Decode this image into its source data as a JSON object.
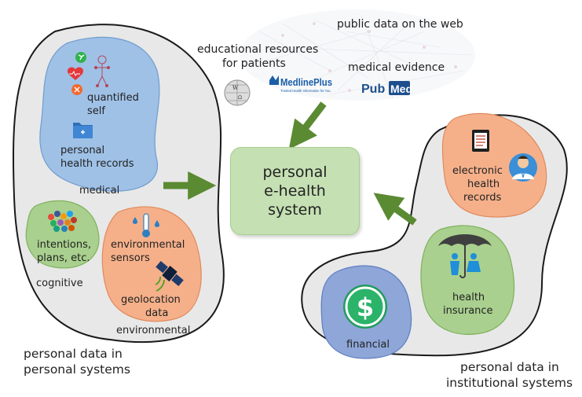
{
  "web": {
    "title": "public data on the web",
    "edu_line1": "educational resources",
    "edu_line2": "for patients",
    "medical_evidence": "medical evidence",
    "medlineplus": "MedlinePlus",
    "medlineplus_tagline": "Trusted Health Information for You",
    "pubmed_pub": "Pub",
    "pubmed_med": "Med",
    "wikipedia_icon": "wikipedia-globe-icon"
  },
  "core": {
    "line1": "personal",
    "line2": "e-health",
    "line3": "system"
  },
  "personal": {
    "caption_line1": "personal data in",
    "caption_line2": "personal systems",
    "medical": {
      "title": "medical",
      "quantified_line1": "quantified",
      "quantified_line2": "self",
      "records_line1": "personal",
      "records_line2": "health records"
    },
    "cognitive": {
      "title": "cognitive",
      "line1": "intentions,",
      "line2": "plans, etc."
    },
    "environmental": {
      "title": "environmental",
      "sensors_line1": "environmental",
      "sensors_line2": "sensors",
      "geo_line1": "geolocation",
      "geo_line2": "data"
    }
  },
  "institutional": {
    "caption_line1": "personal data in",
    "caption_line2": "institutional systems",
    "ehr_line1": "electronic",
    "ehr_line2": "health",
    "ehr_line3": "records",
    "insurance_line1": "health",
    "insurance_line2": "insurance",
    "financial": "financial",
    "dollar": "$"
  },
  "colors": {
    "outer_fill": "#e8e8e8",
    "blue_blob": "#9fc1e6",
    "orange_blob": "#f5b08a",
    "green_blob": "#a9d08e",
    "purple_blob": "#8ea6d8",
    "arrow": "#5a8a32",
    "core": "#c5e0b3"
  }
}
